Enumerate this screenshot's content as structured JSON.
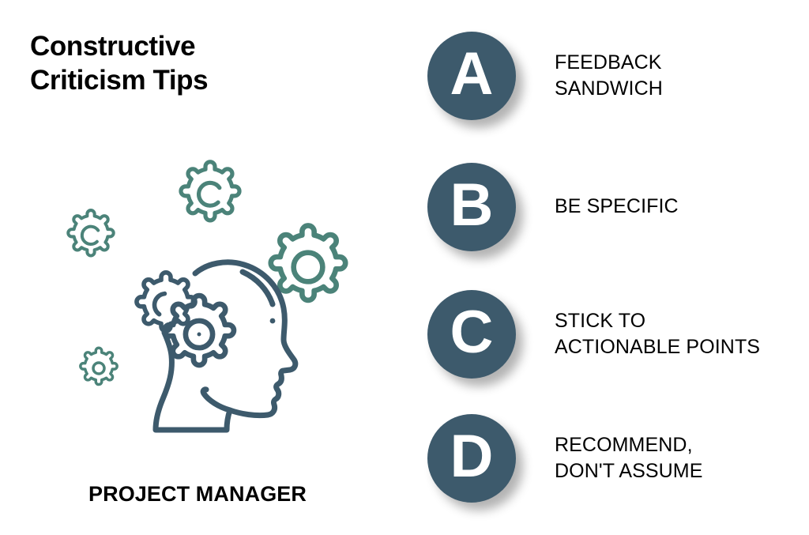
{
  "theme": {
    "background": "#ffffff",
    "badge_fill": "#3d5a6c",
    "badge_letter_color": "#ffffff",
    "text_color": "#000000",
    "illustration_dark": "#3d5a6c",
    "illustration_teal": "#4b8379"
  },
  "title": {
    "line1": "Constructive",
    "line2": "Criticism Tips"
  },
  "role_caption": "PROJECT MANAGER",
  "illustration": {
    "name": "head-with-gears-illustration",
    "parts": [
      "head-profile-outline",
      "brain-gear-large",
      "brain-gear-small",
      "gear-top-left",
      "gear-top-center",
      "gear-right-large",
      "gear-bottom-left-small"
    ]
  },
  "tips": [
    {
      "letter": "A",
      "label": "FEEDBACK\nSANDWICH"
    },
    {
      "letter": "B",
      "label": "BE SPECIFIC"
    },
    {
      "letter": "C",
      "label": "STICK TO\nACTIONABLE POINTS"
    },
    {
      "letter": "D",
      "label": "RECOMMEND,\nDON'T ASSUME"
    }
  ]
}
